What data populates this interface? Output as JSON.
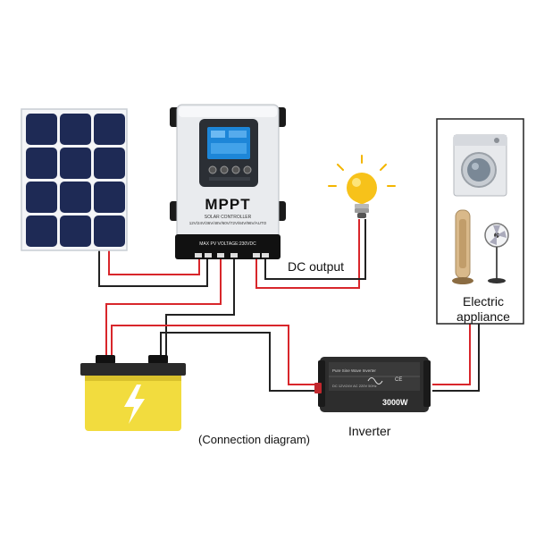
{
  "controller": {
    "brand": "MPPT",
    "subtitle": "SOLAR CONTROLLER",
    "voltages": "12V/24V/36V/48V/60V/72V/84V/96V/AUTO",
    "rating": "MAX PV VOLTAGE:230VDC"
  },
  "labels": {
    "dc_output": "DC output",
    "electric_appliance_line1": "Electric",
    "electric_appliance_line2": "appliance",
    "inverter": "Inverter",
    "caption": "(Connection diagram)"
  },
  "inverter_device": {
    "model_text": "Pure Sine Wave Inverter",
    "spec_text": "DC 12V/24V AC 220V 50Hz",
    "cert": "CE",
    "power": "3000W"
  },
  "colors": {
    "wire_red": "#d8262b",
    "wire_black": "#222222",
    "panel_cell": "#1e2a55",
    "battery_body": "#f2dc3e",
    "controller_body": "#e8eaed",
    "controller_base": "#111111",
    "lcd": "#1d86d8",
    "inverter_body": "#2d2d2d"
  },
  "icons": [
    "solar-panel-icon",
    "light-bulb-icon",
    "washing-machine-icon",
    "tower-fan-icon",
    "stand-fan-icon",
    "battery-icon",
    "lightning-bolt-icon"
  ]
}
